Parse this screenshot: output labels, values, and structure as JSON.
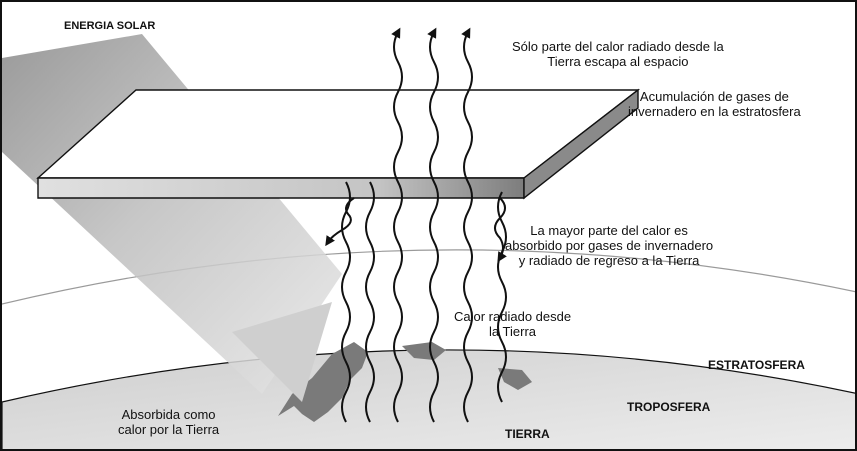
{
  "diagram": {
    "title": "ENERGIA SOLAR",
    "labels": {
      "escape": [
        "Sólo parte del calor radiado desde la",
        "Tierra escapa al espacio"
      ],
      "gases": [
        "Acumulación de gases de",
        "invernadero en la estratosfera"
      ],
      "absorbed": [
        "La mayor parte del calor es",
        "absorbido por gases de invernadero",
        "y radiado de regreso a la Tierra"
      ],
      "radiated": [
        "Calor radiado desde",
        "la Tierra"
      ],
      "stratosphere": "ESTRATOSFERA",
      "troposphere": "TROPOSFERA",
      "earth": "TIERRA",
      "absorbed_earth": [
        "Absorbida como",
        "calor por la Tierra"
      ]
    },
    "colors": {
      "line": "#111111",
      "sun_beam": "#9a9a9a",
      "slab_top": "#ffffff",
      "slab_front": "#d0d0d0",
      "slab_dark": "#8a8a8a",
      "earth": "#e4e4e4",
      "land": "#7a7a7a"
    }
  }
}
